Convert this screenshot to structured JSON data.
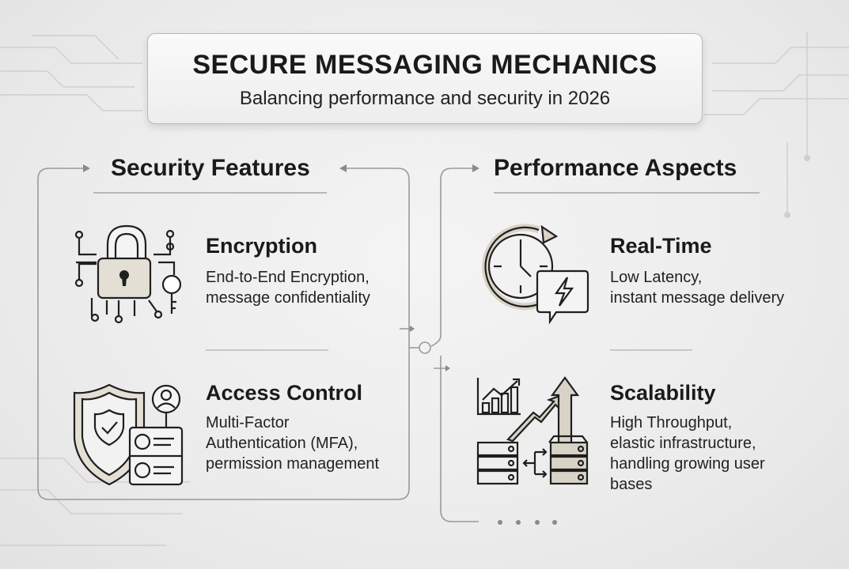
{
  "header": {
    "title": "SECURE MESSAGING MECHANICS",
    "subtitle": "Balancing performance and security in 2026"
  },
  "sections": [
    {
      "heading": "Security Features",
      "items": [
        {
          "title": "Encryption",
          "icon": "padlock-circuit-icon",
          "desc": [
            "End-to-End Encryption,",
            "message confidentiality"
          ]
        },
        {
          "title": "Access Control",
          "icon": "shield-user-id-icon",
          "desc": [
            "Multi-Factor",
            "Authentication (MFA),",
            "permission management"
          ]
        }
      ]
    },
    {
      "heading": "Performance Aspects",
      "items": [
        {
          "title": "Real-Time",
          "icon": "clock-lightning-icon",
          "desc": [
            "Low Latency,",
            "instant message delivery"
          ]
        },
        {
          "title": "Scalability",
          "icon": "servers-growth-icon",
          "desc": [
            "High Throughput,",
            "elastic infrastructure,",
            "handling growing user",
            "bases"
          ]
        }
      ]
    }
  ],
  "colors": {
    "accent_fill": "#d9d3c7",
    "stroke": "#1f1f1f",
    "frame": "#9a9a9a"
  }
}
